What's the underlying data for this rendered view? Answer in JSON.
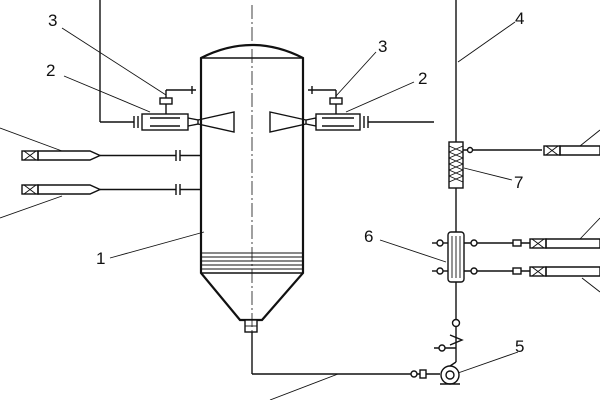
{
  "callouts": {
    "vessel": "1",
    "nozzle_left": "2",
    "nozzle_right": "2",
    "valve_left": "3",
    "valve_right": "3",
    "riser_line": "4",
    "pump": "5",
    "heat_exchanger": "6",
    "filter": "7"
  },
  "colors": {
    "line": "#111111",
    "background": "#ffffff"
  }
}
